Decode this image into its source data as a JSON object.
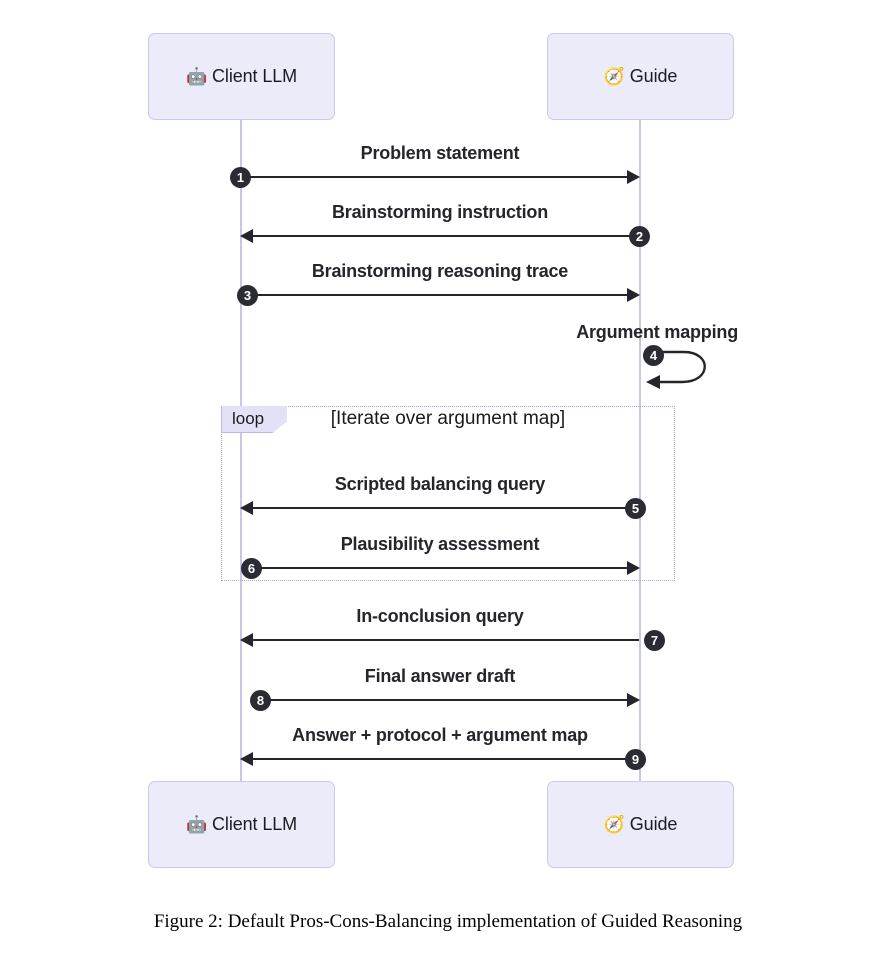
{
  "figure": {
    "caption": "Figure 2: Default Pros-Cons-Balancing implementation of Guided Reasoning",
    "colors": {
      "participant_fill": "#ECEBFA",
      "participant_border": "#CBC8EC",
      "lifeline": "#C9C5EB",
      "arrow": "#25252b",
      "badge": "#2B2B33",
      "fragment_border": "#A9A6D4",
      "fragment_tag_fill": "#E3E1F6",
      "background": "#ffffff"
    }
  },
  "participants": [
    {
      "id": "client",
      "label": "Client LLM",
      "emoji": "🤖",
      "icon_name": "robot-emoji"
    },
    {
      "id": "guide",
      "label": "Guide",
      "emoji": "🧭",
      "icon_name": "compass-emoji"
    }
  ],
  "fragment": {
    "type_label": "loop",
    "condition": "[Iterate over argument map]"
  },
  "messages": [
    {
      "number": "1",
      "label": "Problem statement",
      "from": "client",
      "to": "guide",
      "direction": "right",
      "self": false
    },
    {
      "number": "2",
      "label": "Brainstorming instruction",
      "from": "guide",
      "to": "client",
      "direction": "left",
      "self": false
    },
    {
      "number": "3",
      "label": "Brainstorming reasoning trace",
      "from": "client",
      "to": "guide",
      "direction": "right",
      "self": false
    },
    {
      "number": "4",
      "label": "Argument mapping",
      "from": "guide",
      "to": "guide",
      "direction": "self",
      "self": true
    },
    {
      "number": "5",
      "label": "Scripted balancing query",
      "from": "guide",
      "to": "client",
      "direction": "left",
      "self": false
    },
    {
      "number": "6",
      "label": "Plausibility assessment",
      "from": "client",
      "to": "guide",
      "direction": "right",
      "self": false
    },
    {
      "number": "7",
      "label": "In-conclusion query",
      "from": "guide",
      "to": "client",
      "direction": "left",
      "self": false
    },
    {
      "number": "8",
      "label": "Final answer draft",
      "from": "client",
      "to": "guide",
      "direction": "right",
      "self": false
    },
    {
      "number": "9",
      "label": "Answer + protocol + argument map",
      "from": "guide",
      "to": "client",
      "direction": "left",
      "self": false
    }
  ]
}
